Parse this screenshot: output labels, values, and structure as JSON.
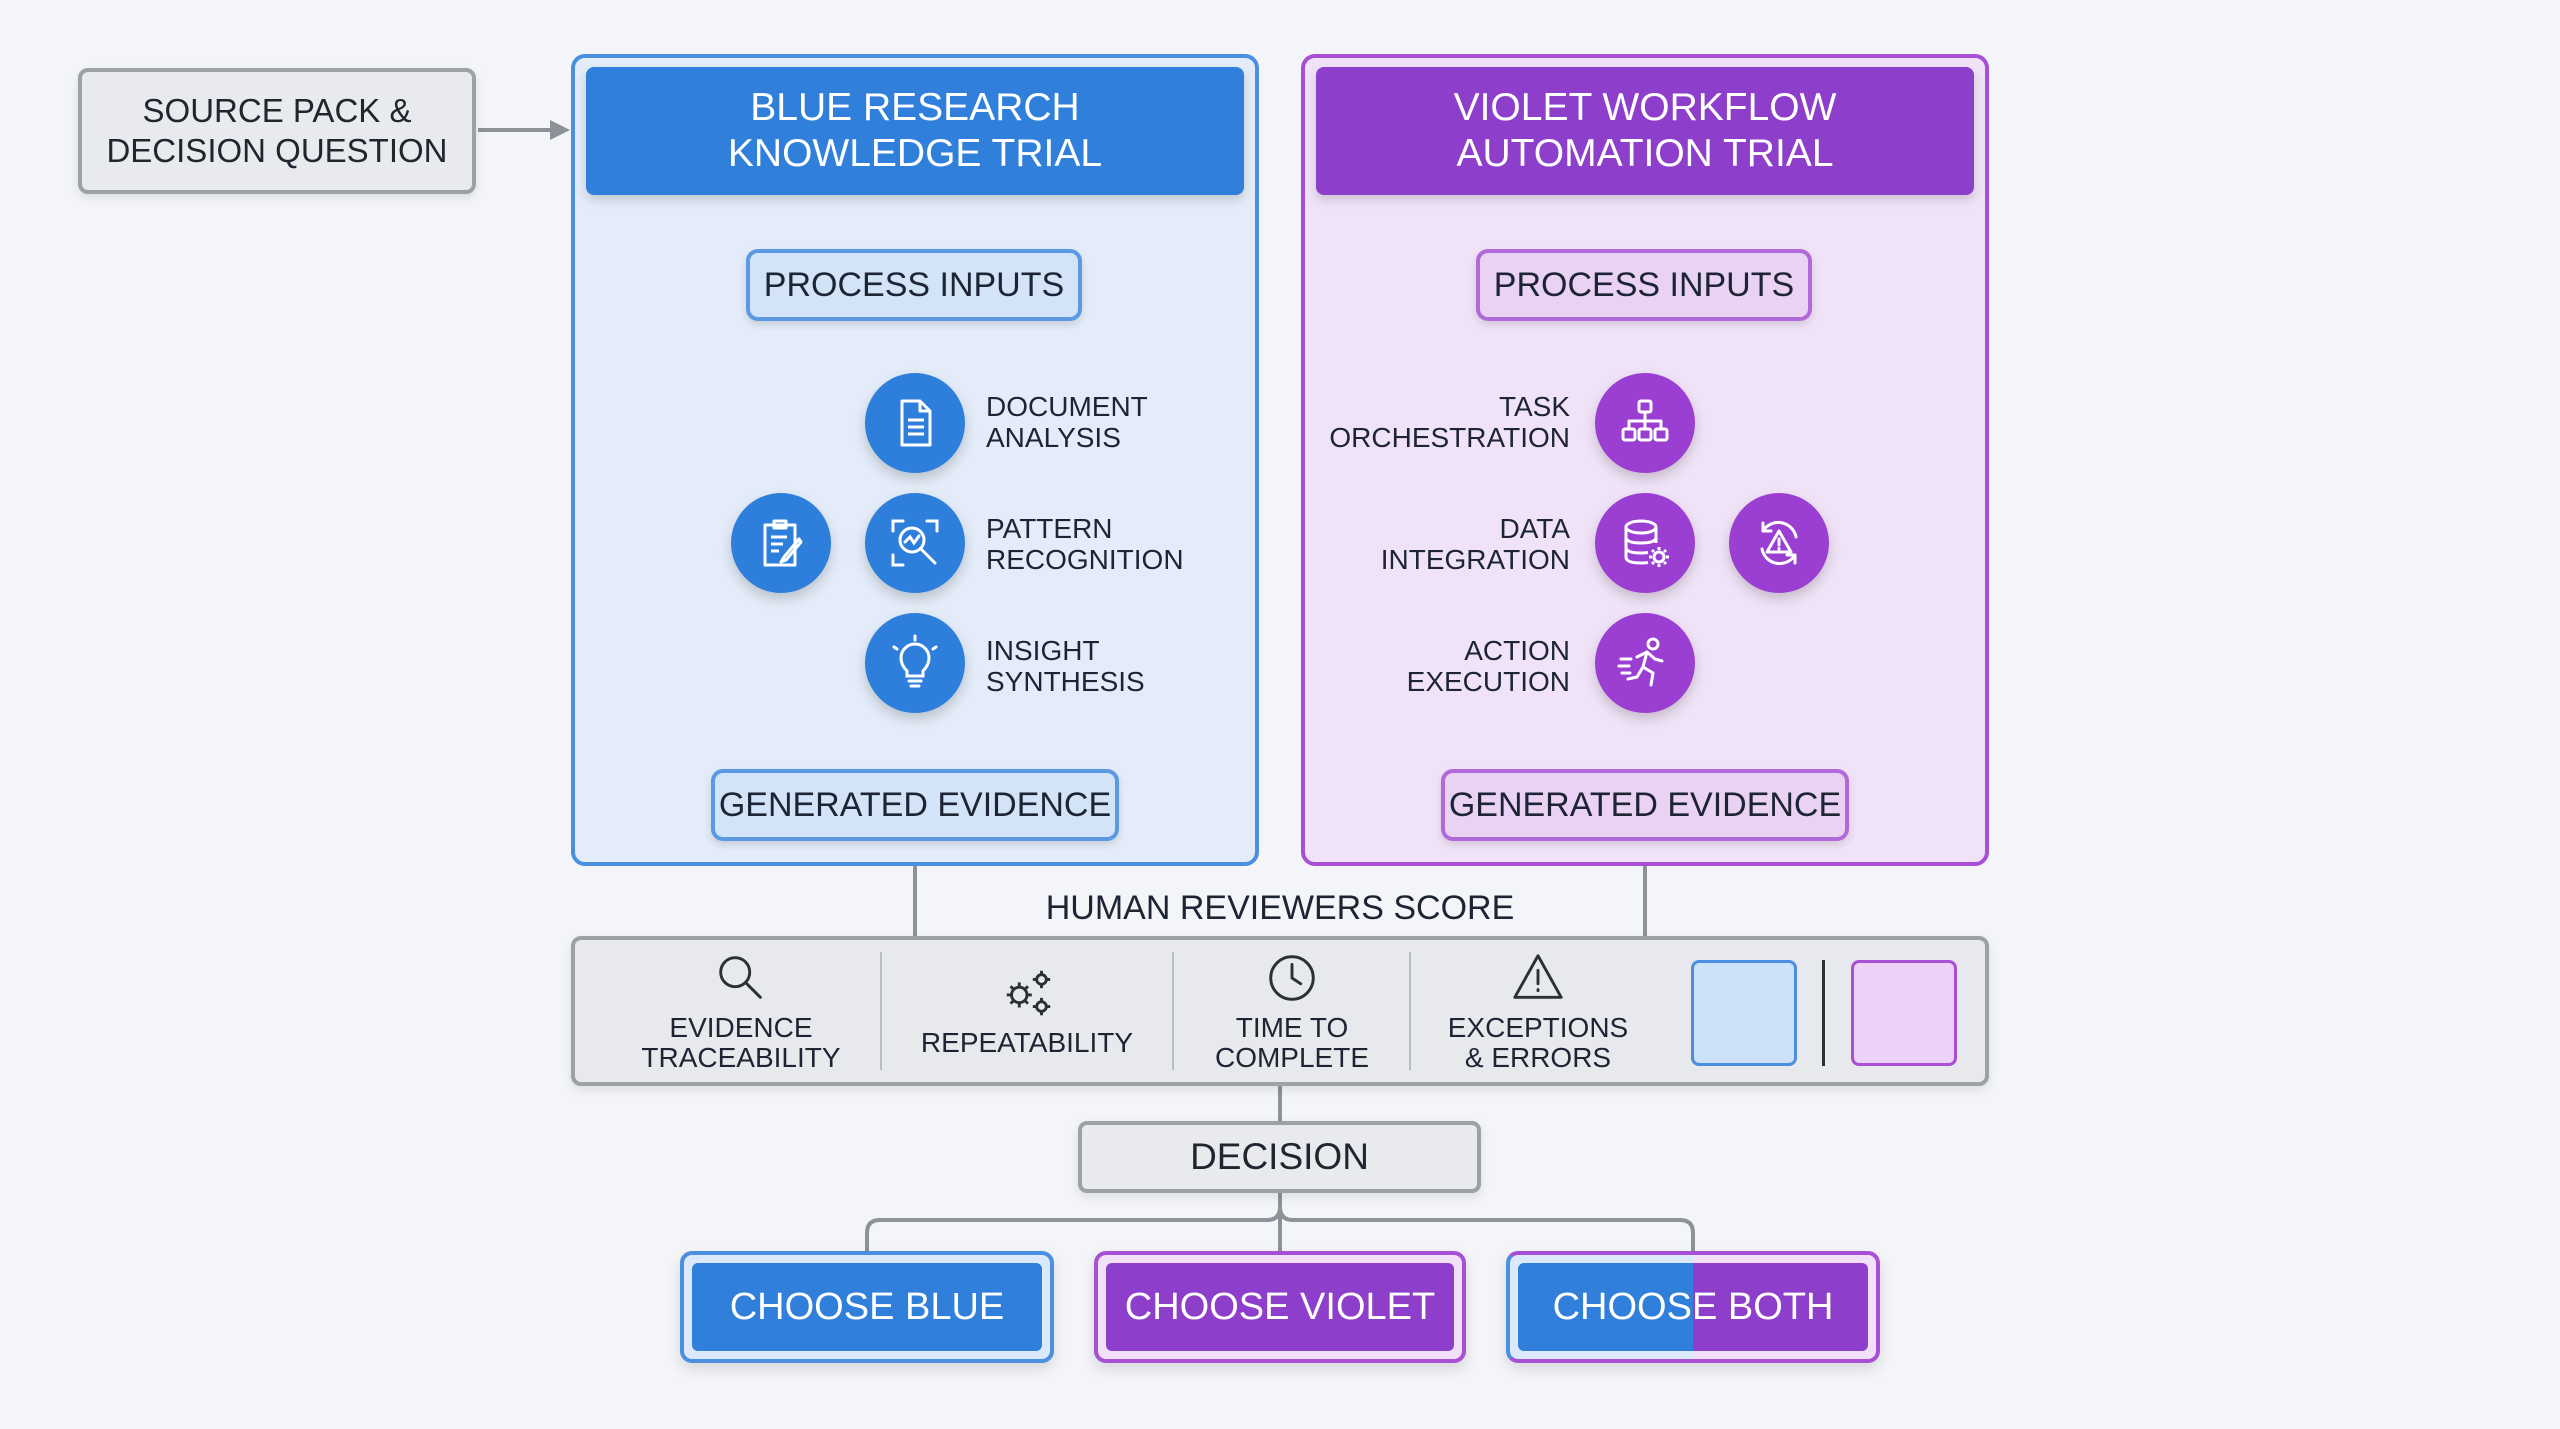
{
  "source": {
    "label": "SOURCE PACK &\nDECISION QUESTION"
  },
  "blue_trial": {
    "title": "BLUE RESEARCH\nKNOWLEDGE TRIAL",
    "process_inputs": "PROCESS INPUTS",
    "steps": [
      {
        "label": "DOCUMENT\nANALYSIS",
        "icon": "document-icon"
      },
      {
        "label": "PATTERN\nRECOGNITION",
        "icon": "pattern-search-icon"
      },
      {
        "label": "INSIGHT\nSYNTHESIS",
        "icon": "lightbulb-icon"
      }
    ],
    "side_node_icon": "clipboard-edit-icon",
    "generated_evidence": "GENERATED EVIDENCE"
  },
  "violet_trial": {
    "title": "VIOLET WORKFLOW\nAUTOMATION TRIAL",
    "process_inputs": "PROCESS INPUTS",
    "steps": [
      {
        "label": "TASK\nORCHESTRATION",
        "icon": "hierarchy-icon"
      },
      {
        "label": "DATA\nINTEGRATION",
        "icon": "database-gear-icon"
      },
      {
        "label": "ACTION\nEXECUTION",
        "icon": "running-figure-icon"
      }
    ],
    "side_node_icon": "cycle-warning-icon",
    "generated_evidence": "GENERATED EVIDENCE"
  },
  "review": {
    "title": "HUMAN REVIEWERS SCORE",
    "metrics": [
      {
        "label": "EVIDENCE\nTRACEABILITY",
        "icon": "magnifier-icon"
      },
      {
        "label": "REPEATABILITY",
        "icon": "gears-icon"
      },
      {
        "label": "TIME TO\nCOMPLETE",
        "icon": "clock-icon"
      },
      {
        "label": "EXCEPTIONS\n& ERRORS",
        "icon": "warning-icon"
      }
    ]
  },
  "decision": {
    "label": "DECISION",
    "choices": [
      {
        "label": "CHOOSE BLUE"
      },
      {
        "label": "CHOOSE VIOLET"
      },
      {
        "label": "CHOOSE BOTH"
      }
    ]
  },
  "colors": {
    "blue": "#2f7fdb",
    "violet": "#8d3fcb",
    "gray_connector": "#8d9299",
    "background": "#f3f5f9"
  }
}
